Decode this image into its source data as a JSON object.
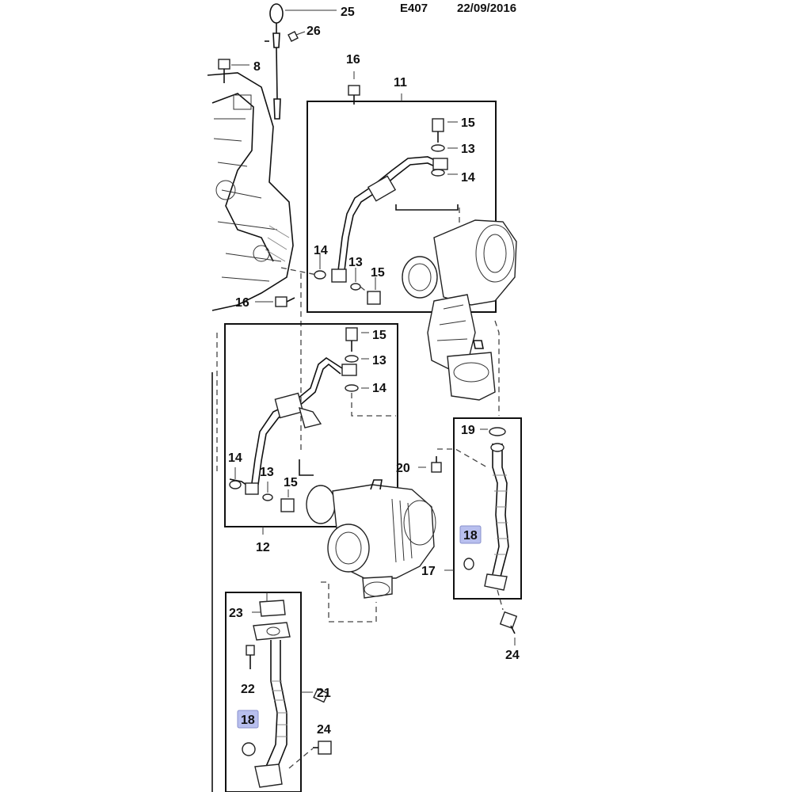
{
  "header": {
    "code": "E407",
    "date": "22/09/2016"
  },
  "callouts": {
    "c25": "25",
    "c26": "26",
    "c8": "8",
    "c16a": "16",
    "c11": "11",
    "c15a": "15",
    "c13a": "13",
    "c14a": "14",
    "c14b": "14",
    "c13b": "13",
    "c15b": "15",
    "c16b": "16",
    "c15c": "15",
    "c13c": "13",
    "c14c": "14",
    "c14d": "14",
    "c13d": "13",
    "c15d": "15",
    "c12": "12",
    "c19": "19",
    "c20": "20",
    "c18a": "18",
    "c17": "17",
    "c24a": "24",
    "c23": "23",
    "c22": "22",
    "c21": "21",
    "c18b": "18",
    "c24b": "24"
  },
  "highlight_color": "#b8bfee"
}
